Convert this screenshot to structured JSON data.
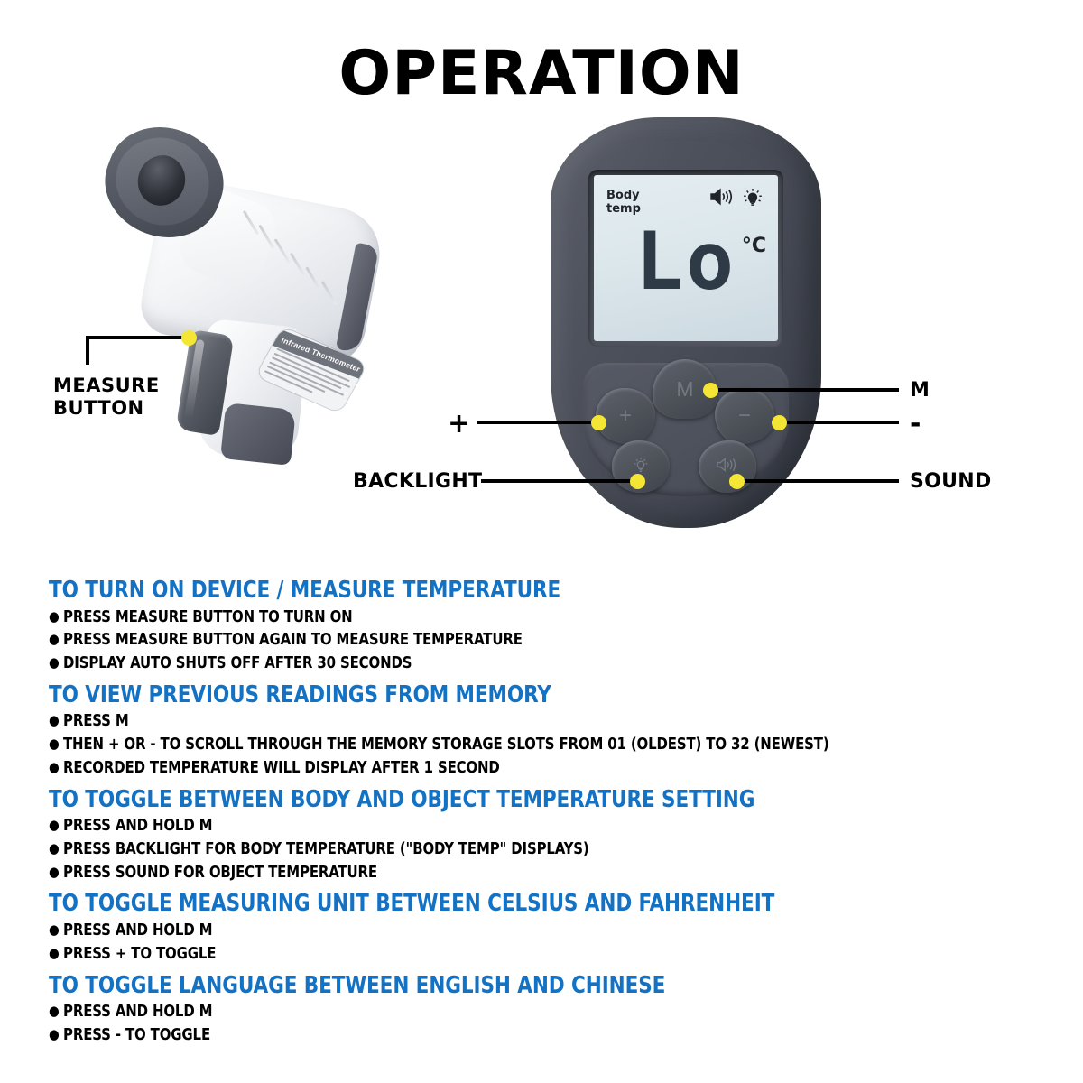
{
  "page": {
    "title": "OPERATION",
    "accent_blue": "#1372C4",
    "callout_dot_color": "#F5E636",
    "body_color": "#000000",
    "background": "#FFFFFF"
  },
  "figure_left": {
    "name": "infrared-thermometer-gun",
    "product_label": "Infrared Thermometer",
    "callout": {
      "label_line1": "MEASURE",
      "label_line2": "BUTTON"
    }
  },
  "figure_right": {
    "name": "thermometer-rear-panel",
    "lcd": {
      "mode_line1": "Body",
      "mode_line2": "temp",
      "reading": "Lo",
      "unit": "°C",
      "icons": [
        "sound-icon",
        "backlight-icon"
      ]
    },
    "buttons": [
      {
        "id": "m",
        "face": "M",
        "icon": "memory-button"
      },
      {
        "id": "plus",
        "face": "+",
        "icon": "plus-button"
      },
      {
        "id": "minus",
        "face": "−",
        "icon": "minus-button"
      },
      {
        "id": "backlight",
        "face": "",
        "icon": "backlight-bulb-icon"
      },
      {
        "id": "sound",
        "face": "",
        "icon": "sound-speaker-icon"
      }
    ],
    "callouts": {
      "plus": "+",
      "minus": "-",
      "m": "M",
      "backlight": "BACKLIGHT",
      "sound": "SOUND"
    }
  },
  "instructions": [
    {
      "heading": "TO TURN ON DEVICE / MEASURE TEMPERATURE",
      "items": [
        "PRESS MEASURE BUTTON TO TURN ON",
        "PRESS MEASURE BUTTON AGAIN TO MEASURE TEMPERATURE",
        "DISPLAY AUTO SHUTS OFF AFTER 30 SECONDS"
      ]
    },
    {
      "heading": "TO VIEW PREVIOUS READINGS FROM MEMORY",
      "items": [
        "PRESS M",
        "THEN + OR - TO SCROLL THROUGH THE MEMORY STORAGE SLOTS FROM 01 (OLDEST) TO 32 (NEWEST)",
        "RECORDED TEMPERATURE WILL DISPLAY AFTER 1 SECOND"
      ]
    },
    {
      "heading": "TO TOGGLE BETWEEN BODY AND OBJECT TEMPERATURE SETTING",
      "items": [
        "PRESS AND HOLD M",
        "PRESS BACKLIGHT FOR BODY TEMPERATURE (\"BODY TEMP\" DISPLAYS)",
        "PRESS SOUND FOR OBJECT TEMPERATURE"
      ]
    },
    {
      "heading": "TO TOGGLE MEASURING UNIT BETWEEN CELSIUS AND FAHRENHEIT",
      "items": [
        "PRESS AND HOLD M",
        "PRESS + TO TOGGLE"
      ]
    },
    {
      "heading": "TO TOGGLE LANGUAGE BETWEEN ENGLISH AND CHINESE",
      "items": [
        "PRESS AND HOLD M",
        "PRESS - TO TOGGLE"
      ]
    }
  ]
}
